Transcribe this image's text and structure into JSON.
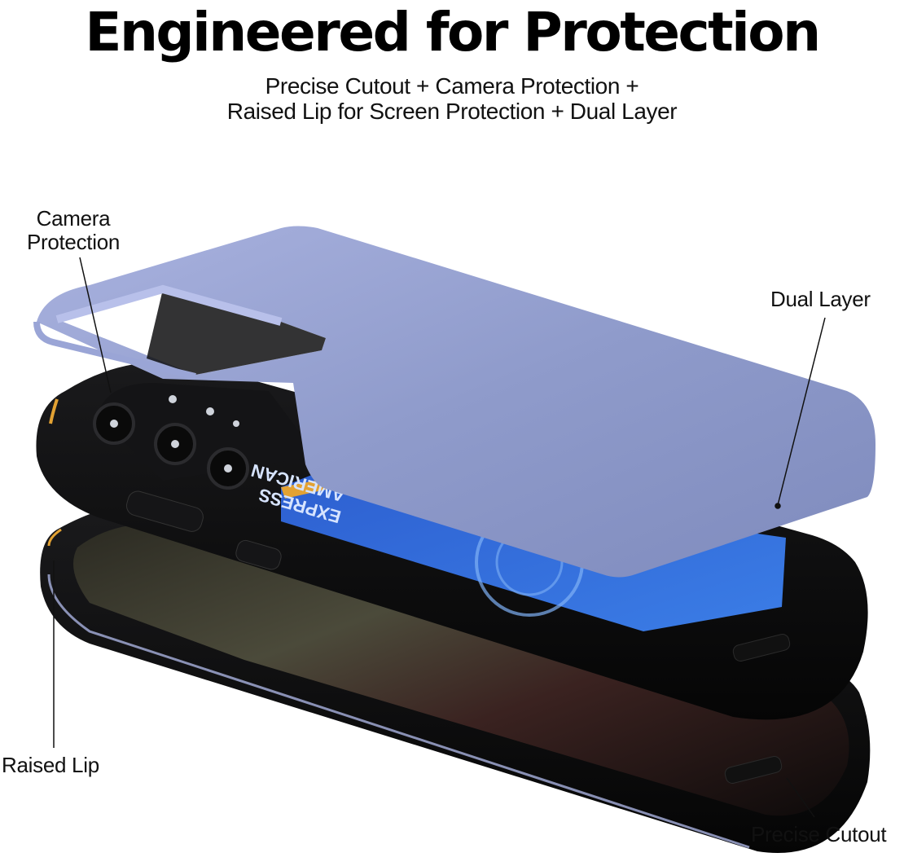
{
  "header": {
    "title": "Engineered for Protection",
    "subtitle_lines": [
      "Precise Cutout + Camera Protection +",
      "Raised Lip for Screen Protection + Dual Layer"
    ]
  },
  "callouts": {
    "camera_protection": [
      "Camera",
      "Protection"
    ],
    "dual_layer": "Dual Layer",
    "raised_lip": "Raised Lip",
    "precise_cutout": "Precise Cutout"
  },
  "card": {
    "brand_lines": [
      "AMERICAN",
      "EXPRESS"
    ]
  },
  "colors": {
    "shell": "#8c98c6",
    "shell_light": "#a9b2df",
    "case_black": "#0b0b0c",
    "card_blue": "#2f68d6",
    "accent_gold": "#e3a233"
  }
}
